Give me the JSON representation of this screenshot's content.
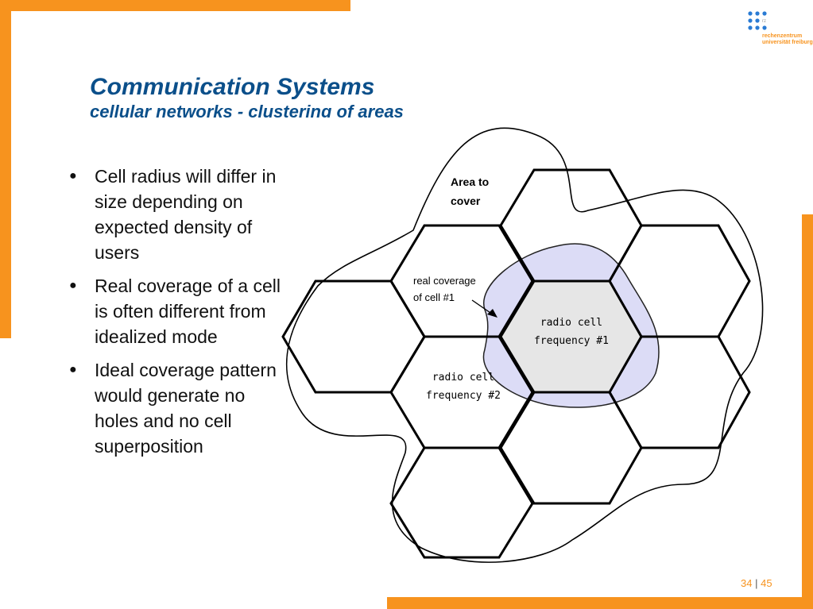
{
  "slide": {
    "title": "Communication Systems",
    "subtitle": "cellular networks - clustering of areas",
    "bullets": [
      "Cell radius will differ in size depending on expected density of users",
      "Real coverage of a cell is often different from idealized mode",
      "Ideal coverage pattern would generate no holes and no cell superposition"
    ],
    "page": {
      "current": "34",
      "separator": "|",
      "total": "45"
    },
    "logo": {
      "line1": "rechenzentrum",
      "line2": "universität freiburg",
      "mark": "rz"
    }
  },
  "diagram": {
    "area_label_1": "Area to",
    "area_label_2": "cover",
    "real_cov_label_1": "real coverage",
    "real_cov_label_2": "of cell #1",
    "cell1_line1": "radio cell",
    "cell1_line2": "frequency #1",
    "cell2_line1": "radio cell",
    "cell2_line2": "frequency #2"
  },
  "colors": {
    "accent_orange": "#f7931e",
    "title_blue": "#0b4f8a",
    "coverage_fill": "#dcdcf6",
    "cell_fill": "#e6e6e6",
    "logo_blue": "#2a7bd4"
  }
}
